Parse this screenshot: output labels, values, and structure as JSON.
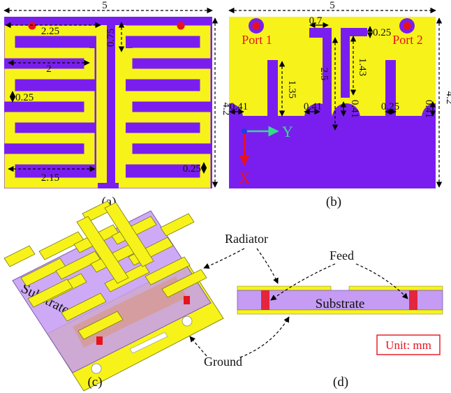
{
  "colors": {
    "purple": "#7a1ef0",
    "yellow": "#f7f31a",
    "port_red": "#e8121c",
    "substrate": "#c59bf4",
    "ground_pad": "#d79a92",
    "axis_y": "#33dd88",
    "axis_x": "#e8121c",
    "axis_origin": "#1a40e8",
    "unit_box": "#e8121c"
  },
  "panel_a": {
    "caption": "(a)",
    "dims": {
      "width": "5",
      "height": "4.2",
      "d1": "2.25",
      "d2": "0.75",
      "d3": "2",
      "d4": "0.25",
      "d5": "2.15",
      "d6": "0.25"
    }
  },
  "panel_b": {
    "caption": "(b)",
    "port1": "Port 1",
    "port2": "Port 2",
    "axis_y": "Y",
    "axis_x": "X",
    "dims": {
      "width": "5",
      "height": "4.2",
      "d07": "0.7",
      "d025_top": "0.25",
      "d25": "2.5",
      "d143": "1.43",
      "d135": "1.35",
      "d041_a": "0.41",
      "d041_b": "0.41",
      "d041_c": "0.41",
      "d041_d": "0.41",
      "d025_mid": "0.25"
    }
  },
  "panel_c": {
    "caption": "(c)",
    "substrate": "Substrate"
  },
  "panel_d": {
    "caption": "(d)",
    "radiator": "Radiator",
    "feed": "Feed",
    "ground": "Ground",
    "substrate": "Substrate",
    "unit": "Unit: mm"
  }
}
